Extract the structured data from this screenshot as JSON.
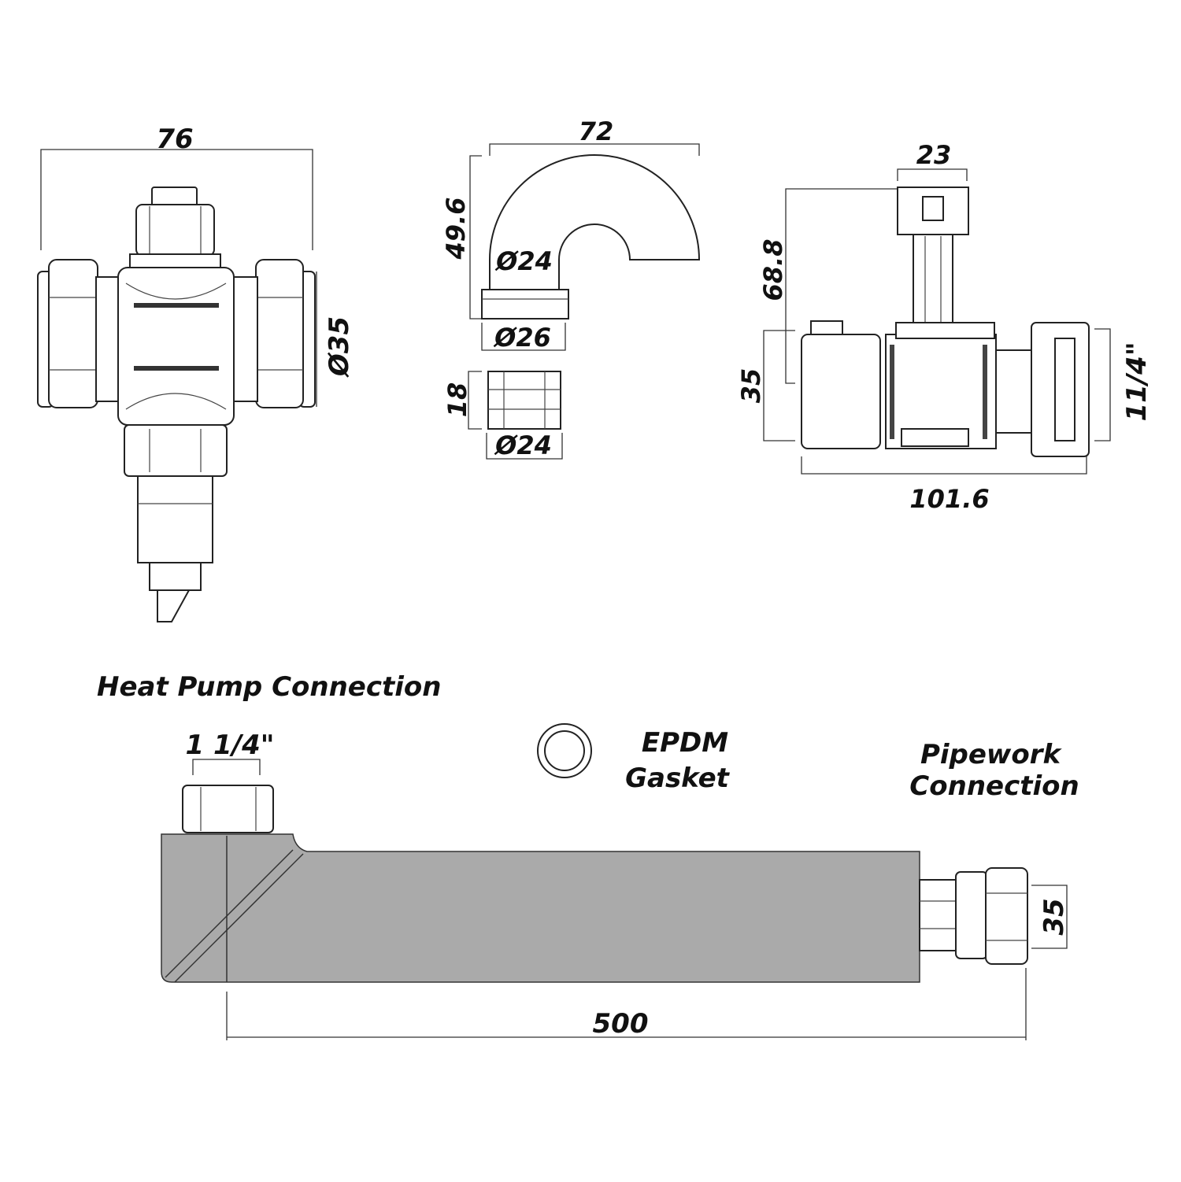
{
  "valve_view": {
    "width": "76",
    "diameter": "Ø35"
  },
  "spout_view": {
    "width": "72",
    "height": "49.6",
    "inner_diameter": "Ø24",
    "collar_diameter": "Ø26"
  },
  "insert_view": {
    "height": "18",
    "diameter": "Ø24"
  },
  "side_view": {
    "stem_width": "23",
    "stem_height": "68.8",
    "body_height": "35",
    "thread": "11/4\"",
    "length": "101.6"
  },
  "assembly": {
    "title": "Heat Pump Connection",
    "thread": "1 1/4\"",
    "gasket_line1": "EPDM",
    "gasket_line2": "Gasket",
    "pipework_line1": "Pipework",
    "pipework_line2": "Connection",
    "length": "500",
    "pipe_diameter": "35",
    "body_color": "#aaaaaa"
  }
}
